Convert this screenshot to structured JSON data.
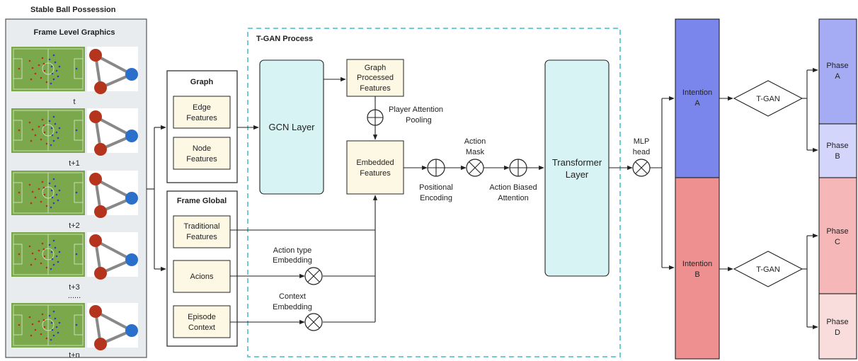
{
  "title": "Stable Ball Possession",
  "frames": {
    "heading": "Frame Level Graphics",
    "labels": [
      "t",
      "t+1",
      "t+2",
      "t+3",
      "......",
      "t+n"
    ]
  },
  "graph": {
    "heading": "Graph",
    "edge": [
      "Edge",
      "Features"
    ],
    "node": [
      "Node",
      "Features"
    ]
  },
  "frame_global": {
    "heading": "Frame Global",
    "traditional": [
      "Traditional",
      "Features"
    ],
    "actions": "Acions",
    "episode": [
      "Episode",
      "Context"
    ]
  },
  "tgan": {
    "title": "T-GAN Process",
    "gcn": "GCN Layer",
    "graph_processed": [
      "Graph",
      "Processed",
      "Features"
    ],
    "player_attention": [
      "Player Attention",
      "Pooling"
    ],
    "embedded": [
      "Embedded",
      "Features"
    ],
    "positional": [
      "Positional",
      "Encoding"
    ],
    "action_mask": [
      "Action",
      "Mask"
    ],
    "action_biased": [
      "Action Biased",
      "Attention"
    ],
    "transformer": [
      "Transformer",
      "Layer"
    ],
    "action_type": [
      "Action type",
      "Embedding"
    ],
    "context_emb": [
      "Context",
      "Embedding"
    ]
  },
  "mlp": [
    "MLP",
    "head"
  ],
  "intentions": {
    "a": [
      "Intention",
      "A"
    ],
    "b": [
      "Intention",
      "B"
    ]
  },
  "tgan_diamond": "T-GAN",
  "phases": {
    "a": [
      "Phase",
      "A"
    ],
    "b": [
      "Phase",
      "B"
    ],
    "c": [
      "Phase",
      "C"
    ],
    "d": [
      "Phase",
      "D"
    ]
  },
  "colors": {
    "cream": "#fdf8e4",
    "cyan_fill": "#d8f3f4",
    "dashed": "#6ccfd6",
    "intention_a": "#7b86ec",
    "intention_b": "#ee9090",
    "phase_a": "#a5acf3",
    "phase_b": "#d3d6fa",
    "phase_c": "#f5b7b7",
    "phase_d": "#f9dcdc",
    "pitch": "#7aa84a",
    "panel": "#e9ecef"
  }
}
